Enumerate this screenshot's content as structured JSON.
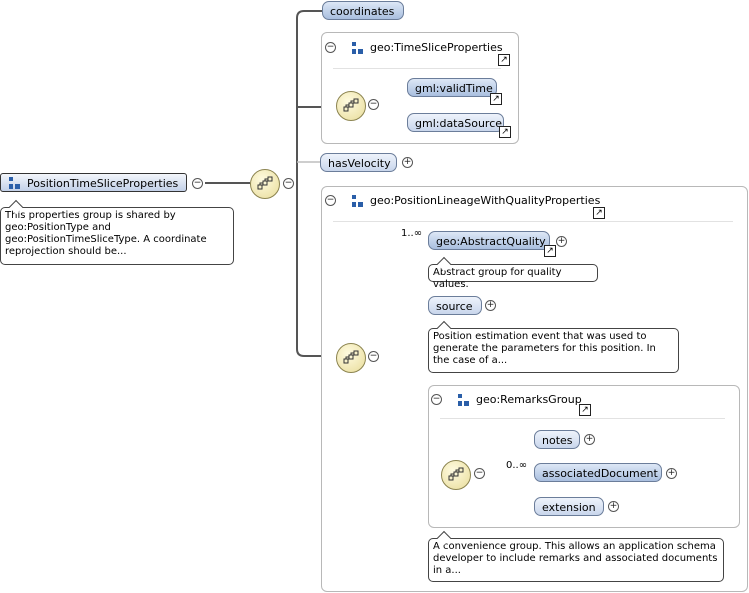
{
  "root": {
    "label": "PositionTimeSliceProperties",
    "icon": "group-icon",
    "collapse": "−",
    "doc": "This properties group is shared by geo:PositionType and geo:PositionTimeSliceType. A coordinate reprojection should be..."
  },
  "elements": {
    "coordinates": "coordinates",
    "hasVelocity": "hasVelocity",
    "validTime": "gml:validTime",
    "dataSource": "gml:dataSource",
    "abstractQuality": "geo:AbstractQuality",
    "source": "source",
    "notes": "notes",
    "associatedDocument": "associatedDocument",
    "extension": "extension"
  },
  "groups": {
    "timeSlice": "geo:TimeSliceProperties",
    "lineage": "geo:PositionLineageWithQualityProperties",
    "remarks": "geo:RemarksGroup"
  },
  "docs": {
    "abstractQuality": "Abstract group for quality values.",
    "source": "Position estimation event that was used to generate the parameters for this position. In the case of a...",
    "remarks": "A convenience group. This allows an application schema developer to include remarks and associated documents in a..."
  },
  "cardinality": {
    "abstractQuality": "1..∞",
    "associatedDocument": "0..∞"
  },
  "glyphs": {
    "collapse": "−",
    "expand": "+",
    "link": "↗"
  },
  "colors": {
    "node_border": "#6b7d9a",
    "node_fill": "#c9d6ec",
    "group_icon": "#2a5ea8",
    "sequence_fill": "#e8dc9a"
  }
}
